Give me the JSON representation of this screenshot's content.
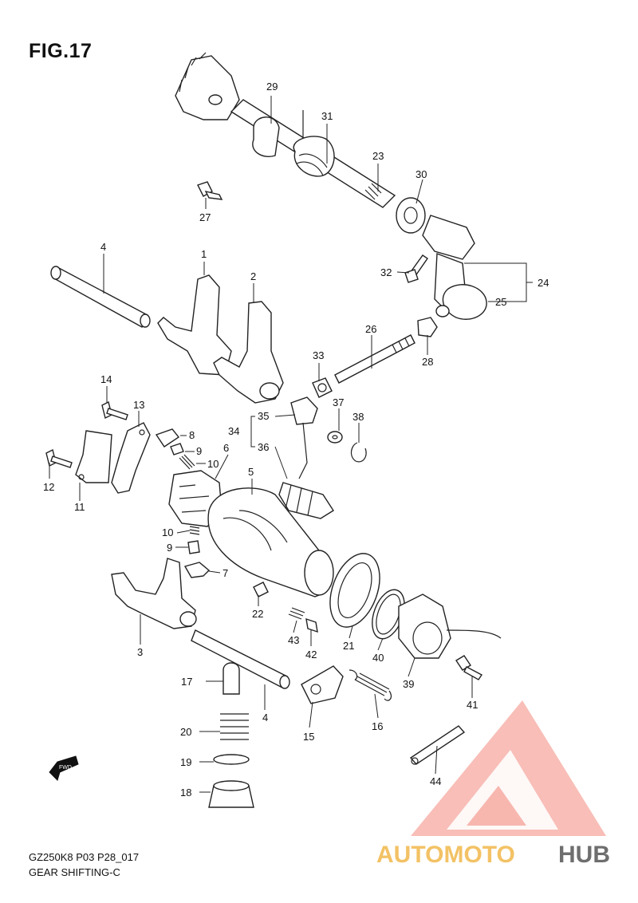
{
  "figure": {
    "title": "FIG.17",
    "model_code": "GZ250K8 P03 P28_017",
    "section_name": "GEAR SHIFTING-C",
    "fwd_label": "FWD"
  },
  "callouts": [
    {
      "num": "1",
      "name": "callout-1"
    },
    {
      "num": "2",
      "name": "callout-2"
    },
    {
      "num": "3",
      "name": "callout-3"
    },
    {
      "num": "4",
      "name": "callout-4-upper"
    },
    {
      "num": "4",
      "name": "callout-4-lower"
    },
    {
      "num": "5",
      "name": "callout-5"
    },
    {
      "num": "6",
      "name": "callout-6"
    },
    {
      "num": "7",
      "name": "callout-7-upper"
    },
    {
      "num": "7",
      "name": "callout-7-lower"
    },
    {
      "num": "8",
      "name": "callout-8"
    },
    {
      "num": "9",
      "name": "callout-9-upper"
    },
    {
      "num": "9",
      "name": "callout-9-lower"
    },
    {
      "num": "10",
      "name": "callout-10-upper"
    },
    {
      "num": "10",
      "name": "callout-10-lower"
    },
    {
      "num": "11",
      "name": "callout-11"
    },
    {
      "num": "12",
      "name": "callout-12"
    },
    {
      "num": "13",
      "name": "callout-13"
    },
    {
      "num": "14",
      "name": "callout-14"
    },
    {
      "num": "15",
      "name": "callout-15"
    },
    {
      "num": "16",
      "name": "callout-16"
    },
    {
      "num": "17",
      "name": "callout-17"
    },
    {
      "num": "18",
      "name": "callout-18"
    },
    {
      "num": "19",
      "name": "callout-19"
    },
    {
      "num": "20",
      "name": "callout-20"
    },
    {
      "num": "21",
      "name": "callout-21"
    },
    {
      "num": "22",
      "name": "callout-22"
    },
    {
      "num": "23",
      "name": "callout-23"
    },
    {
      "num": "24",
      "name": "callout-24"
    },
    {
      "num": "25",
      "name": "callout-25"
    },
    {
      "num": "26",
      "name": "callout-26"
    },
    {
      "num": "27",
      "name": "callout-27"
    },
    {
      "num": "28",
      "name": "callout-28"
    },
    {
      "num": "29",
      "name": "callout-29"
    },
    {
      "num": "30",
      "name": "callout-30"
    },
    {
      "num": "31",
      "name": "callout-31"
    },
    {
      "num": "32",
      "name": "callout-32"
    },
    {
      "num": "33",
      "name": "callout-33"
    },
    {
      "num": "34",
      "name": "callout-34"
    },
    {
      "num": "35",
      "name": "callout-35"
    },
    {
      "num": "36",
      "name": "callout-36"
    },
    {
      "num": "37",
      "name": "callout-37"
    },
    {
      "num": "38",
      "name": "callout-38"
    },
    {
      "num": "39",
      "name": "callout-39"
    },
    {
      "num": "40",
      "name": "callout-40"
    },
    {
      "num": "41",
      "name": "callout-41"
    },
    {
      "num": "42",
      "name": "callout-42"
    },
    {
      "num": "43",
      "name": "callout-43"
    },
    {
      "num": "44",
      "name": "callout-44"
    }
  ],
  "watermark": {
    "part1": "AUTOMOTO",
    "part2": "HUB",
    "color_main": "#f59e8e",
    "color_accent": "#f2b84b",
    "color_hub": "#444444"
  }
}
